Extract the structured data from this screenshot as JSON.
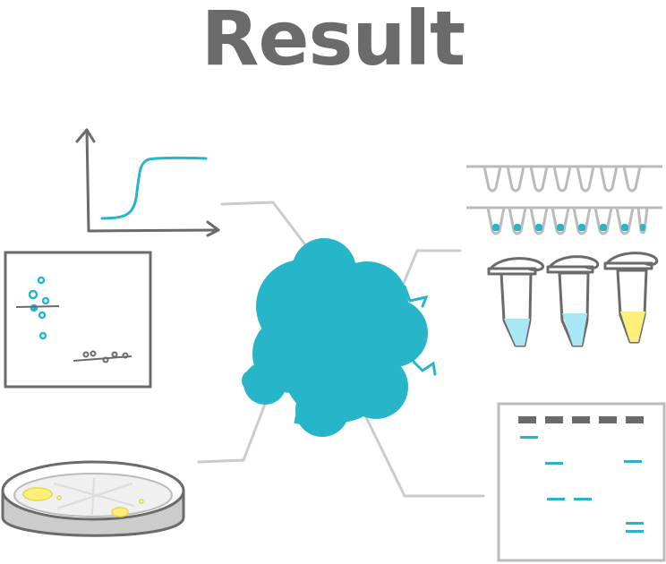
{
  "title": "Result",
  "colors": {
    "accent": "#26b5c9",
    "outline": "#6b6b6b",
    "connector": "#cccccc",
    "yellow": "#ffef7a",
    "light_blue": "#a8e8f5"
  },
  "panels": [
    {
      "id": "growth-curve",
      "icon": "sigmoid-curve-graph"
    },
    {
      "id": "scatter-plot",
      "icon": "scatter-plot-frame"
    },
    {
      "id": "petri-dish",
      "icon": "petri-dish"
    },
    {
      "id": "pcr-strips",
      "icon": "pcr-tube-strips"
    },
    {
      "id": "microtubes",
      "icon": "microcentrifuge-tubes"
    },
    {
      "id": "gel",
      "icon": "electrophoresis-gel"
    }
  ]
}
